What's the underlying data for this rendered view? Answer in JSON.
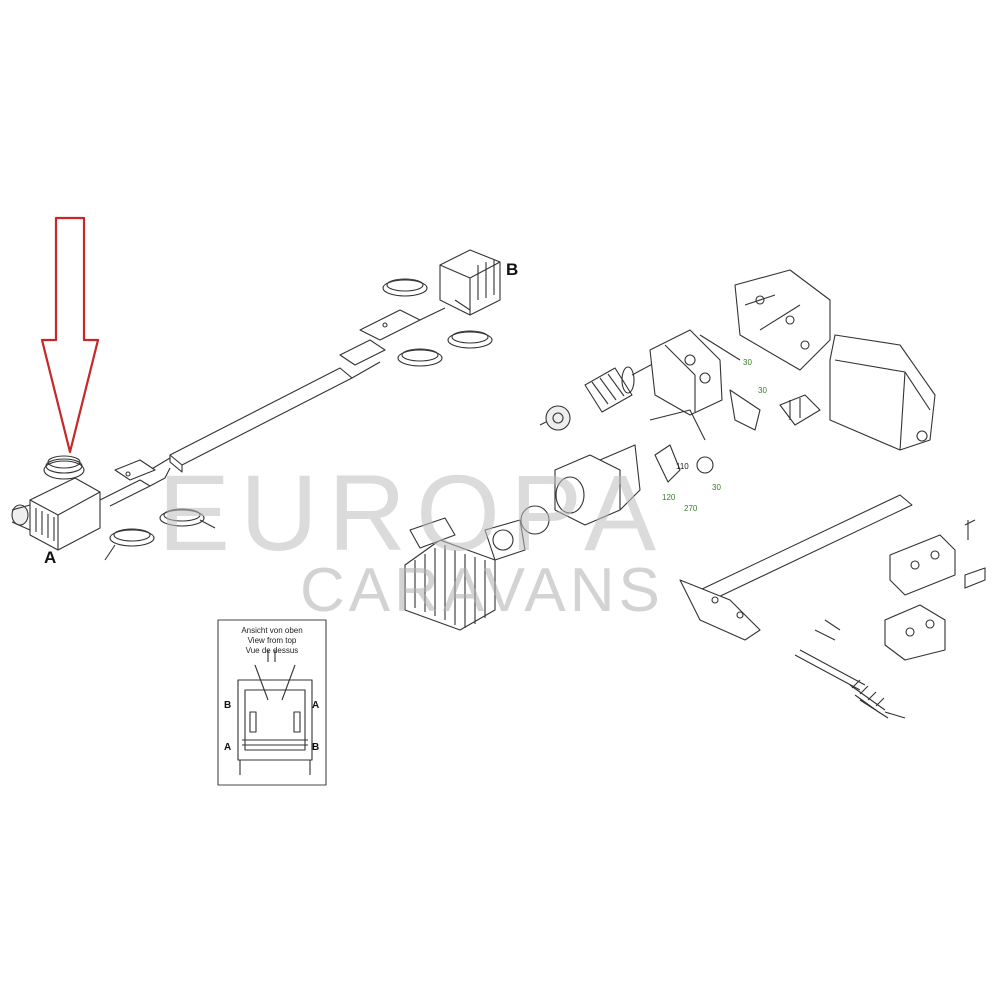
{
  "labels": {
    "a": "A",
    "b": "B"
  },
  "inset": {
    "line1": "Ansicht von oben",
    "line2": "View from top",
    "line3": "Vue de dessus",
    "corner_labels": [
      "B",
      "A",
      "A",
      "B"
    ]
  },
  "part_numbers": [
    "30",
    "30",
    "110",
    "30",
    "120",
    "270"
  ],
  "watermark": {
    "line1": "EUROPA",
    "line2": "CARAVANS"
  },
  "colors": {
    "arrow": "#c62828",
    "watermark": "#bdbdbd",
    "drawing": "#333333"
  }
}
